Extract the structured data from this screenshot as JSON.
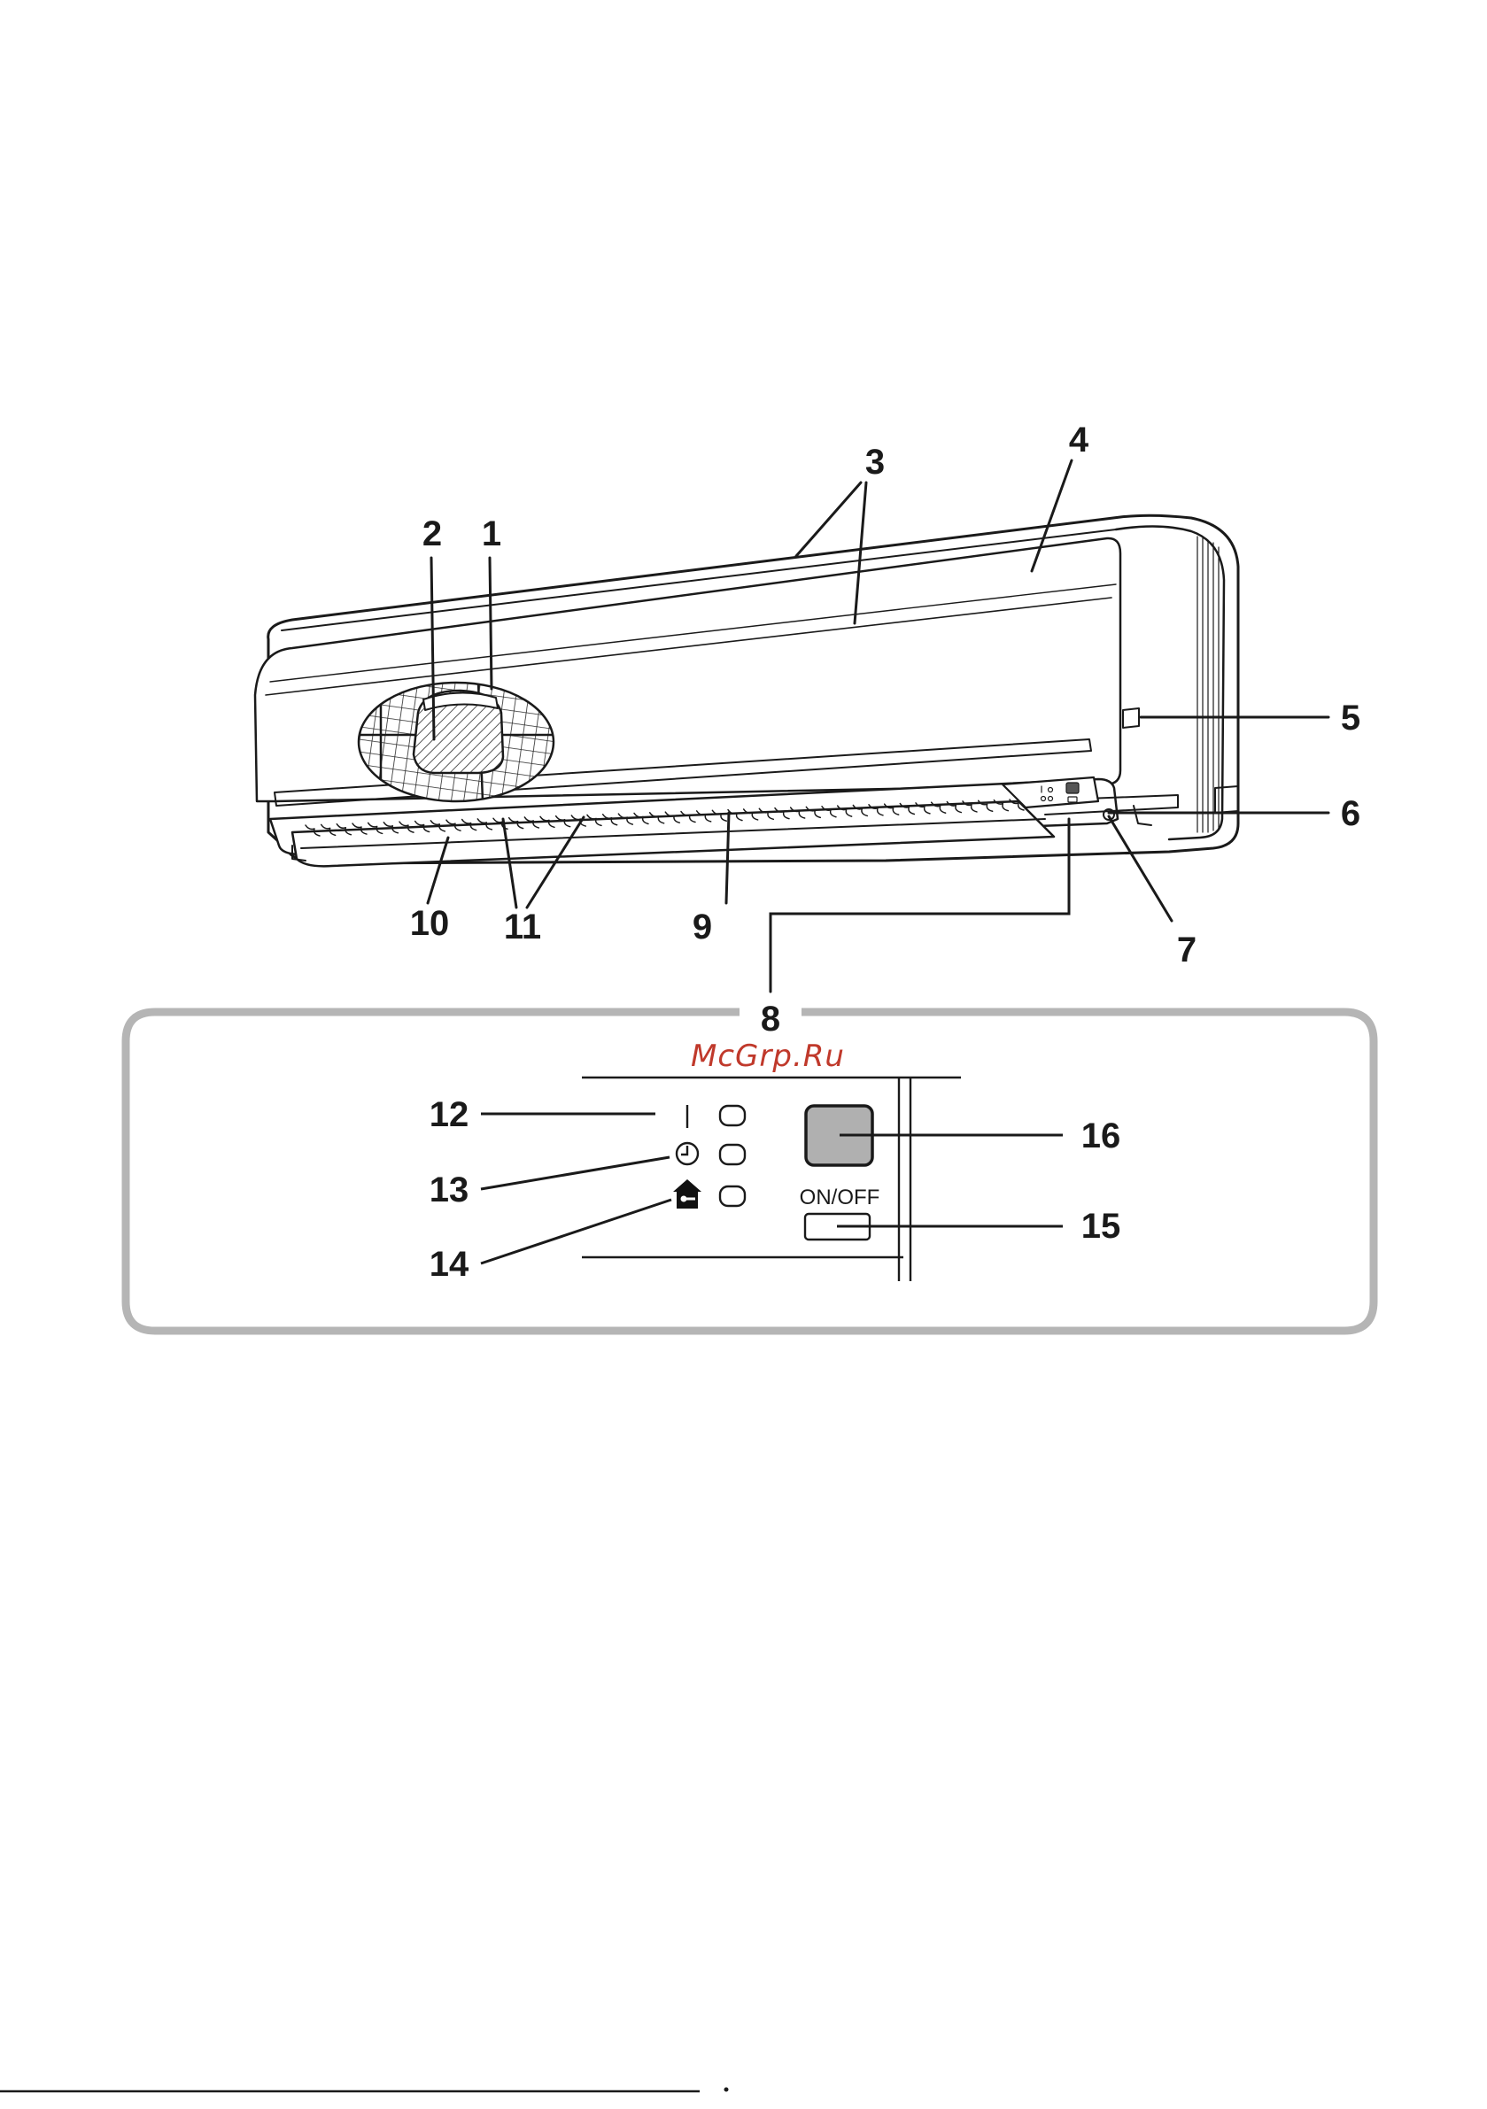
{
  "watermark": "McGrp.Ru",
  "panel": {
    "on_off_label": "ON/OFF"
  },
  "callouts": [
    "1",
    "2",
    "3",
    "4",
    "5",
    "6",
    "7",
    "8",
    "9",
    "10",
    "11",
    "12",
    "13",
    "14",
    "15",
    "16"
  ],
  "colors": {
    "line": "#1a1a1a",
    "frame": "#b5b5b5",
    "button_fill": "#b0b0b0",
    "watermark": "#c0392b"
  },
  "icons": [
    "power-indicator-icon",
    "timer-clock-icon",
    "home-lock-icon"
  ]
}
